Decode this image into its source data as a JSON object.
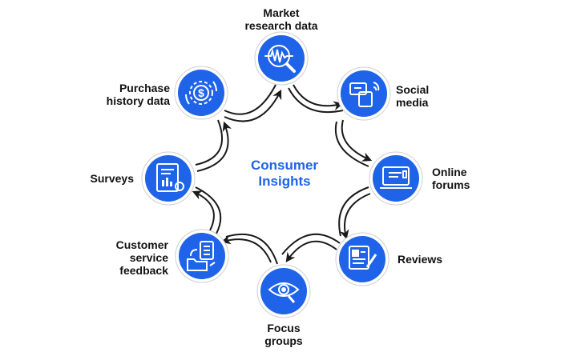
{
  "center": {
    "line1": "Consumer",
    "line2": "Insights"
  },
  "nodes": [
    {
      "label1": "Market",
      "label2": "research data",
      "icon": "magnifier-waveform-icon"
    },
    {
      "label1": "Social",
      "label2": "media",
      "icon": "social-media-devices-icon"
    },
    {
      "label1": "Online",
      "label2": "forums",
      "icon": "computer-monitor-icon"
    },
    {
      "label1": "Reviews",
      "label2": "",
      "icon": "review-document-pen-icon"
    },
    {
      "label1": "Focus",
      "label2": "groups",
      "icon": "eye-magnifier-icon"
    },
    {
      "label1": "Customer",
      "label2": "service",
      "label3": "feedback",
      "icon": "feedback-folder-icon"
    },
    {
      "label1": "Surveys",
      "label2": "",
      "icon": "survey-clipboard-icon"
    },
    {
      "label1": "Purchase",
      "label2": "history data",
      "icon": "dollar-gear-icon"
    }
  ],
  "colors": {
    "node_fill": "#1f63e8",
    "node_ring": "#ffffff",
    "arrow": "#1a1a1a",
    "title": "#1f63e8",
    "icon_fg": "#ffffff"
  }
}
